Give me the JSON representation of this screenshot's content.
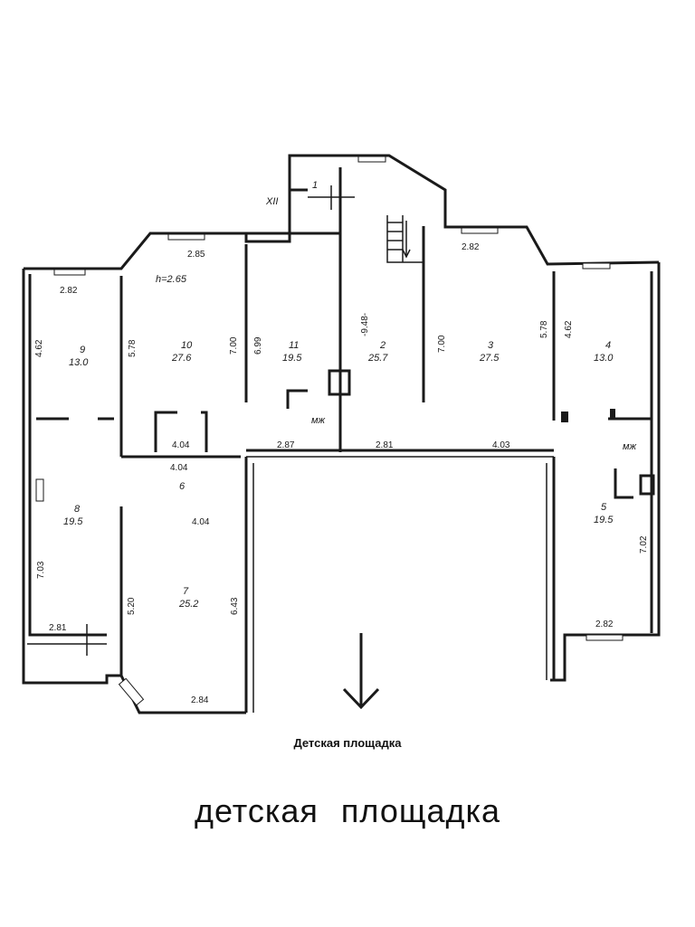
{
  "plan": {
    "height_note": "h=2.65",
    "section_mark": "XII",
    "stair_no": "1",
    "rooms": [
      {
        "no": "9",
        "area": "13.0"
      },
      {
        "no": "10",
        "area": "27.6"
      },
      {
        "no": "11",
        "area": "19.5"
      },
      {
        "no": "2",
        "area": "25.7"
      },
      {
        "no": "3",
        "area": "27.5"
      },
      {
        "no": "4",
        "area": "13.0"
      },
      {
        "no": "8",
        "area": "19.5"
      },
      {
        "no": "7",
        "area": "25.2"
      },
      {
        "no": "5",
        "area": "19.5"
      }
    ],
    "corridor_no": "6",
    "shaft_label_1": "мж",
    "shaft_label_2": "мж",
    "dims": [
      "2.85",
      "2.82",
      "2.82",
      "4.62",
      "5.78",
      "7.00",
      "6.99",
      "-9.48-",
      "7.00",
      "5.78",
      "4.62",
      "4.04",
      "4.04",
      "4.04",
      "2.87",
      "2.81",
      "4.03",
      "7.03",
      "5.20",
      "6.43",
      "2.81",
      "2.84",
      "7.02",
      "2.82"
    ]
  },
  "caption_small": "Детская площадка",
  "caption_large": "детская  площадка"
}
